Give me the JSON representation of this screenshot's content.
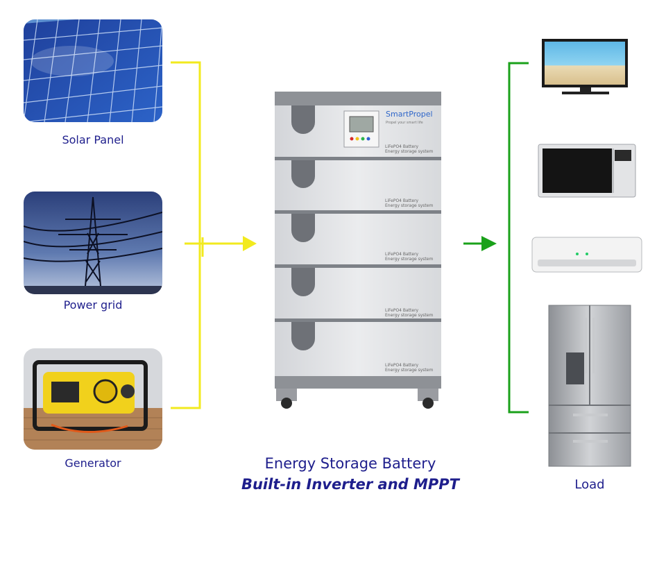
{
  "sources": {
    "solar": "Solar Panel",
    "grid": "Power grid",
    "generator": "Generator"
  },
  "battery": {
    "brand": "SmartPropel",
    "tagline": "Propel your smart life",
    "modules": [
      {
        "line1": "LiFePO4 Battery",
        "line2": "Energy storage system"
      },
      {
        "line1": "LiFePO4 Battery",
        "line2": "Energy storage system"
      },
      {
        "line1": "LiFePO4 Battery",
        "line2": "Energy storage system"
      },
      {
        "line1": "LiFePO4 Battery",
        "line2": "Energy storage system"
      },
      {
        "line1": "LiFePO4 Battery",
        "line2": "Energy storage system"
      }
    ]
  },
  "titles": {
    "line1": "Energy Storage Battery",
    "line2": "Built-in Inverter and MPPT"
  },
  "load": {
    "label": "Load"
  },
  "colors": {
    "input_line": "#f2ea1e",
    "output_line": "#1aa11a",
    "text": "#1e1e8c"
  }
}
